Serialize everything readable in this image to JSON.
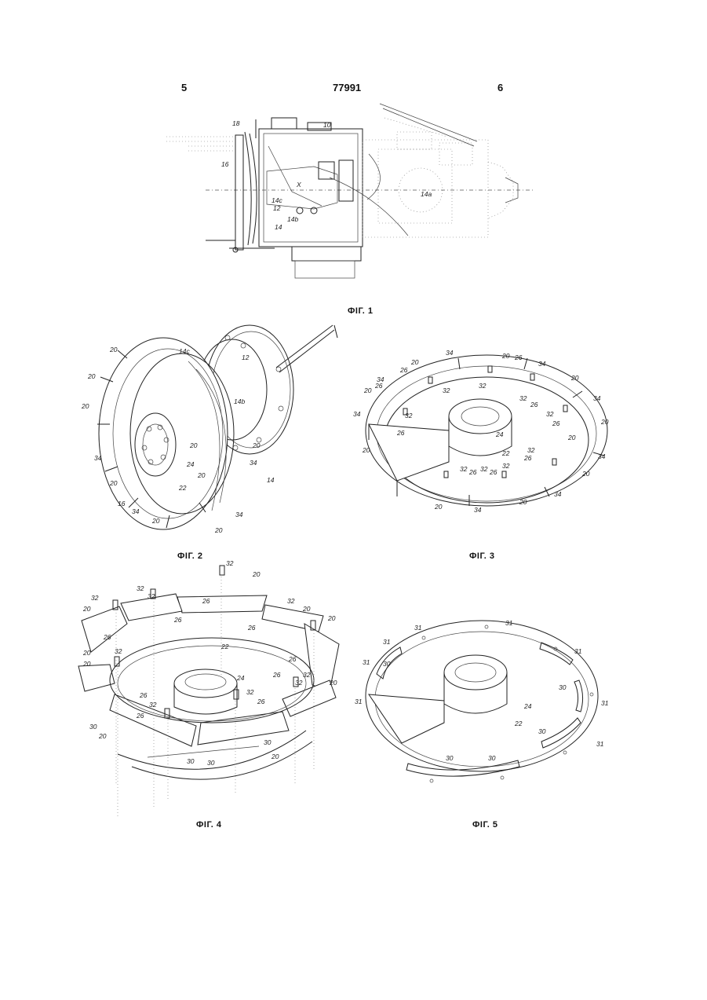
{
  "header": {
    "left_page": "5",
    "patent_number": "77991",
    "right_page": "6"
  },
  "figures": [
    {
      "id": "fig1",
      "caption": "ФІГ. 1",
      "labels": [
        "18",
        "10",
        "16",
        "X",
        "14c",
        "12",
        "14b",
        "14",
        "14a"
      ]
    },
    {
      "id": "fig2",
      "caption": "ФІГ. 2",
      "labels": [
        "20",
        "14c",
        "12",
        "20",
        "20",
        "14b",
        "20",
        "24",
        "20",
        "34",
        "34",
        "20",
        "22",
        "20",
        "16",
        "34",
        "34",
        "20",
        "20",
        "14"
      ]
    },
    {
      "id": "fig3",
      "caption": "ФІГ. 3",
      "labels": [
        "34",
        "20",
        "26",
        "20",
        "34",
        "26",
        "34",
        "20",
        "26",
        "32",
        "32",
        "20",
        "32",
        "26",
        "34",
        "32",
        "32",
        "26",
        "20",
        "34",
        "24",
        "26",
        "32",
        "20",
        "22",
        "32",
        "26",
        "34",
        "32",
        "26",
        "32",
        "26",
        "20",
        "34",
        "20",
        "20",
        "34",
        "20"
      ]
    },
    {
      "id": "fig4",
      "caption": "ФІГ. 4",
      "labels": [
        "32",
        "20",
        "32",
        "32",
        "20",
        "32",
        "26",
        "32",
        "20",
        "20",
        "26",
        "26",
        "22",
        "26",
        "20",
        "32",
        "20",
        "26",
        "26",
        "24",
        "32",
        "26",
        "32",
        "32",
        "26",
        "20",
        "26",
        "32",
        "20",
        "30",
        "30",
        "20",
        "30",
        "30"
      ]
    },
    {
      "id": "fig5",
      "caption": "ФІГ. 5",
      "labels": [
        "31",
        "31",
        "31",
        "31",
        "30",
        "31",
        "31",
        "30",
        "24",
        "22",
        "30",
        "31",
        "30",
        "30",
        "31"
      ]
    }
  ]
}
